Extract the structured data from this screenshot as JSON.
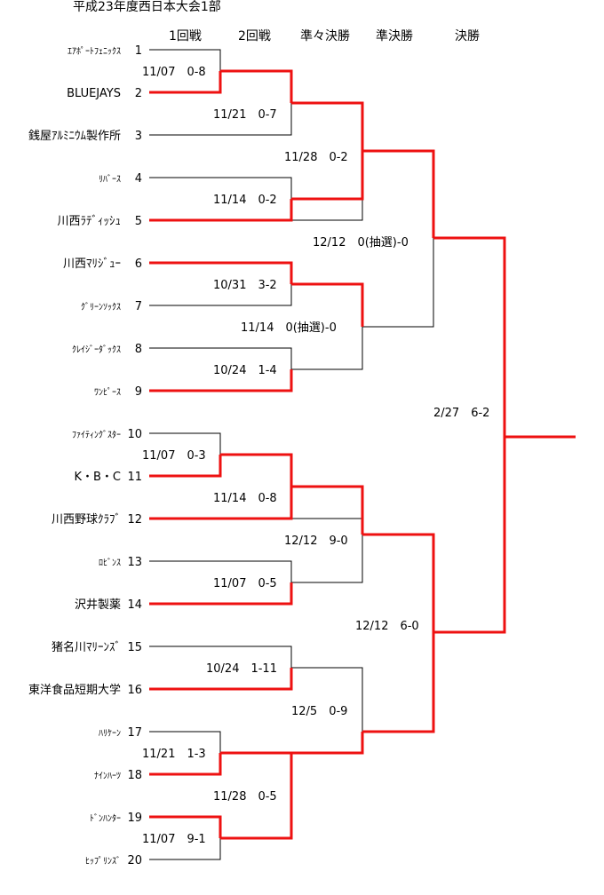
{
  "title": "平成23年度西日本大会1部",
  "round_headers": [
    "1回戦",
    "2回戦",
    "準々決勝",
    "準決勝",
    "決勝"
  ],
  "teams": [
    {
      "seed": "1",
      "name": "ｴｱﾎﾟｰﾄﾌｪﾆｯｸｽ",
      "small": true
    },
    {
      "seed": "2",
      "name": "BLUEJAYS",
      "small": false
    },
    {
      "seed": "3",
      "name": "銭屋ｱﾙﾐﾆｳﾑ製作所",
      "small": false
    },
    {
      "seed": "4",
      "name": "ﾘﾊﾞｰｽ",
      "small": true
    },
    {
      "seed": "5",
      "name": "川西ﾗﾃﾞｨｯｼｭ",
      "small": false
    },
    {
      "seed": "6",
      "name": "川西ﾏﾘｼﾞｭｰ",
      "small": false
    },
    {
      "seed": "7",
      "name": "ｸﾞﾘｰﾝｿｯｸｽ",
      "small": true
    },
    {
      "seed": "8",
      "name": "ｸﾚｲｼﾞｰﾀﾞｯｸｽ",
      "small": true
    },
    {
      "seed": "9",
      "name": "ﾜﾝﾋﾟｰｽ",
      "small": true
    },
    {
      "seed": "10",
      "name": "ﾌｧｲﾃｨﾝｸﾞｽﾀｰ",
      "small": true
    },
    {
      "seed": "11",
      "name": "K・B・C",
      "small": false
    },
    {
      "seed": "12",
      "name": "川西野球ｸﾗﾌﾞ",
      "small": false
    },
    {
      "seed": "13",
      "name": "ﾛﾋﾞﾝｽ",
      "small": true
    },
    {
      "seed": "14",
      "name": "沢井製薬",
      "small": false
    },
    {
      "seed": "15",
      "name": "猪名川ﾏﾘｰﾝｽﾞ",
      "small": false
    },
    {
      "seed": "16",
      "name": "東洋食品短期大学",
      "small": false
    },
    {
      "seed": "17",
      "name": "ﾊﾘｹｰﾝ",
      "small": true
    },
    {
      "seed": "18",
      "name": "ﾅｲﾝﾊｰﾂ",
      "small": true
    },
    {
      "seed": "19",
      "name": "ﾄﾞﾝﾊﾝﾀｰ",
      "small": true
    },
    {
      "seed": "20",
      "name": "ﾋｯﾌﾟﾘﾝｽﾞ",
      "small": true
    }
  ],
  "results": {
    "r1_1_2": "11/07　0-8",
    "r1_10_11": "11/07　0-3",
    "r1_17_18": "11/21　1-3",
    "r1_19_20": "11/07　9-1",
    "r2_a": "11/21　0-7",
    "r2_b": "11/14　0-2",
    "r2_c": "10/31　3-2",
    "r2_d": "10/24　1-4",
    "r2_e": "11/14　0-8",
    "r2_f": "11/07　0-5",
    "r2_g": "10/24　1-11",
    "r2_h": "11/28　0-5",
    "qf_1": "11/28　0-2",
    "qf_2": "11/14　0(抽選)-0",
    "qf_3": "12/12　9-0",
    "qf_4": "12/5　0-9",
    "sf_1": "12/12　0(抽選)-0",
    "sf_2": "12/12　6-0",
    "final": "2/27　6-2"
  },
  "colors": {
    "winner_line": "#ee1111",
    "line": "#000000"
  }
}
